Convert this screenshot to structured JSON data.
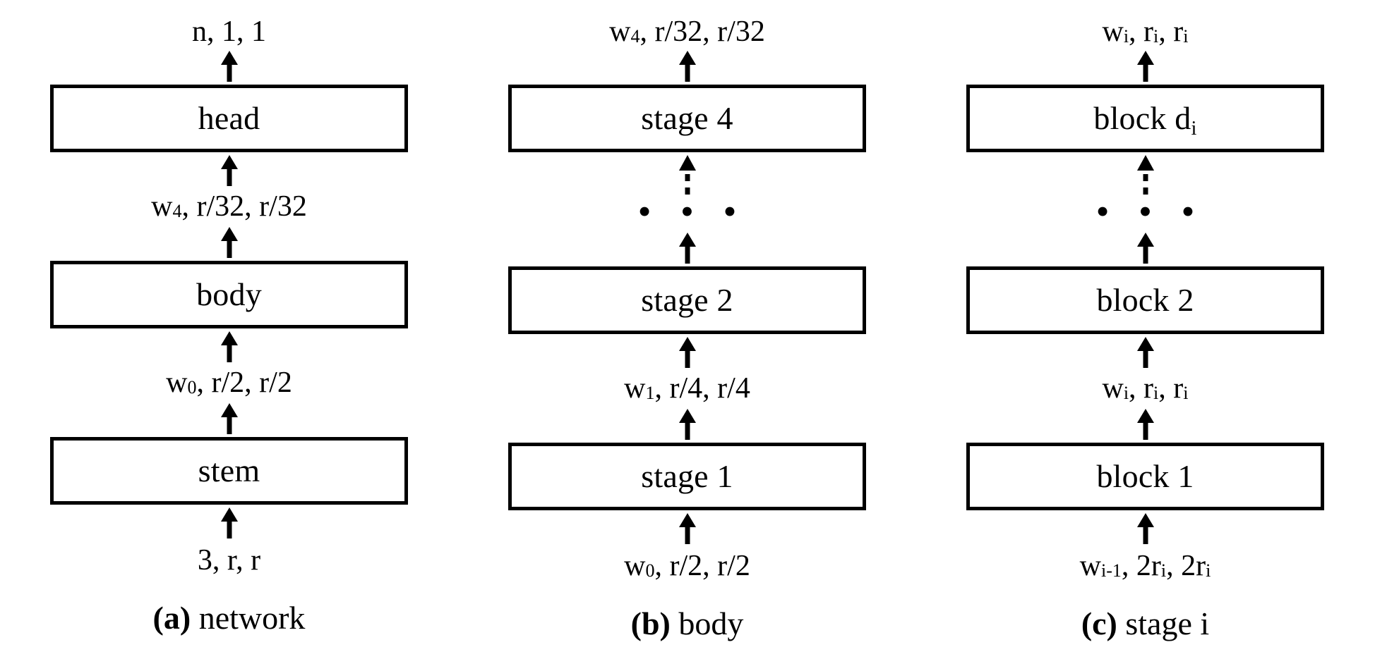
{
  "figure": {
    "title": "network / body / stage block diagram",
    "ink_color": "#000000",
    "background_color": "#ffffff"
  },
  "panels": [
    {
      "id": "a",
      "caption_tag": "(a)",
      "caption_text": " network",
      "top_label": {
        "text": "n, 1, 1",
        "parts": [
          {
            "t": "n, 1, 1"
          }
        ]
      },
      "boxes": [
        {
          "name": "head",
          "label": "head"
        },
        {
          "name": "body",
          "label": "body"
        },
        {
          "name": "stem",
          "label": "stem"
        }
      ],
      "labels": {
        "head_in": {
          "base1": "w",
          "sub1": "4",
          "rest": ", r/32, r/32"
        },
        "body_in": {
          "base1": "w",
          "sub1": "0",
          "rest": ", r/2, r/2"
        },
        "stem_in": {
          "text": "3, r, r"
        }
      },
      "arrows": [
        {
          "name": "arrow-head-out",
          "style": "solid"
        },
        {
          "name": "arrow-body-to-head",
          "style": "solid"
        },
        {
          "name": "arrow-stem-to-body",
          "style": "solid"
        },
        {
          "name": "arrow-input-to-stem",
          "style": "solid"
        }
      ]
    },
    {
      "id": "b",
      "caption_tag": "(b)",
      "caption_text": " body",
      "top_label": {
        "base1": "w",
        "sub1": "4",
        "rest": ", r/32, r/32"
      },
      "boxes": [
        {
          "name": "stage-4",
          "label": "stage 4"
        },
        {
          "name": "stage-2",
          "label": "stage 2"
        },
        {
          "name": "stage-1",
          "label": "stage 1"
        }
      ],
      "labels": {
        "stage2_out_ellipsis": "• • •",
        "stage2_in": {
          "base1": "w",
          "sub1": "1",
          "rest": ", r/4, r/4"
        },
        "stage1_in": {
          "base1": "w",
          "sub1": "0",
          "rest": ", r/2, r/2"
        }
      },
      "arrows": [
        {
          "name": "arrow-stage4-out",
          "style": "solid"
        },
        {
          "name": "arrow-ellipsis-to-stage4",
          "style": "dashed"
        },
        {
          "name": "arrow-stage2-to-ellipsis",
          "style": "solid"
        },
        {
          "name": "arrow-stage1-to-stage2",
          "style": "solid"
        },
        {
          "name": "arrow-input-to-stage1",
          "style": "solid"
        }
      ]
    },
    {
      "id": "c",
      "caption_tag": "(c)",
      "caption_text": " stage i",
      "top_label": {
        "base1": "w",
        "sub1": "i",
        "mid": ", r",
        "sub2": "i",
        "mid2": ", r",
        "sub3": "i"
      },
      "boxes": [
        {
          "name": "block-d-i",
          "label_base": "block d",
          "label_sub": "i"
        },
        {
          "name": "block-2",
          "label": "block 2"
        },
        {
          "name": "block-1",
          "label": "block 1"
        }
      ],
      "labels": {
        "block2_out_ellipsis": "• • •",
        "block2_in": {
          "base1": "w",
          "sub1": "i",
          "mid": ", r",
          "sub2": "i",
          "mid2": ", r",
          "sub3": "i"
        },
        "block1_in": {
          "base1": "w",
          "sub1": "i-1",
          "mid": ", 2r",
          "sub2": "i",
          "mid2": ", 2r",
          "sub3": "i"
        }
      },
      "arrows": [
        {
          "name": "arrow-blockdi-out",
          "style": "solid"
        },
        {
          "name": "arrow-ellipsis-to-blockdi",
          "style": "dashed"
        },
        {
          "name": "arrow-block2-to-ellipsis",
          "style": "solid"
        },
        {
          "name": "arrow-block1-to-block2",
          "style": "solid"
        },
        {
          "name": "arrow-input-to-block1",
          "style": "solid"
        }
      ]
    }
  ]
}
